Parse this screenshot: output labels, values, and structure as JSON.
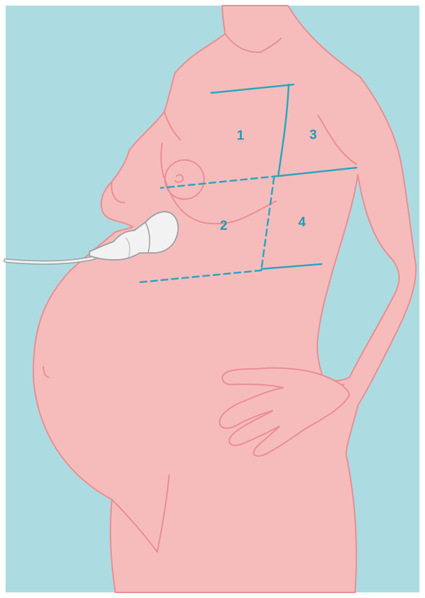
{
  "colors": {
    "background": "#acdce2",
    "skin": "#f6bcbc",
    "outline": "#ea8e92",
    "zone_lines": "#2aa6c0",
    "zone_labels": "#1e9cb5",
    "probe": "#f2f2f2",
    "probe_outline": "#9aa0a0"
  },
  "zones": [
    {
      "id": "zone-1",
      "label": "1"
    },
    {
      "id": "zone-2",
      "label": "2"
    },
    {
      "id": "zone-3",
      "label": "3"
    },
    {
      "id": "zone-4",
      "label": "4"
    }
  ],
  "icons": [
    "ultrasound-probe-icon",
    "probe-cable-icon"
  ]
}
